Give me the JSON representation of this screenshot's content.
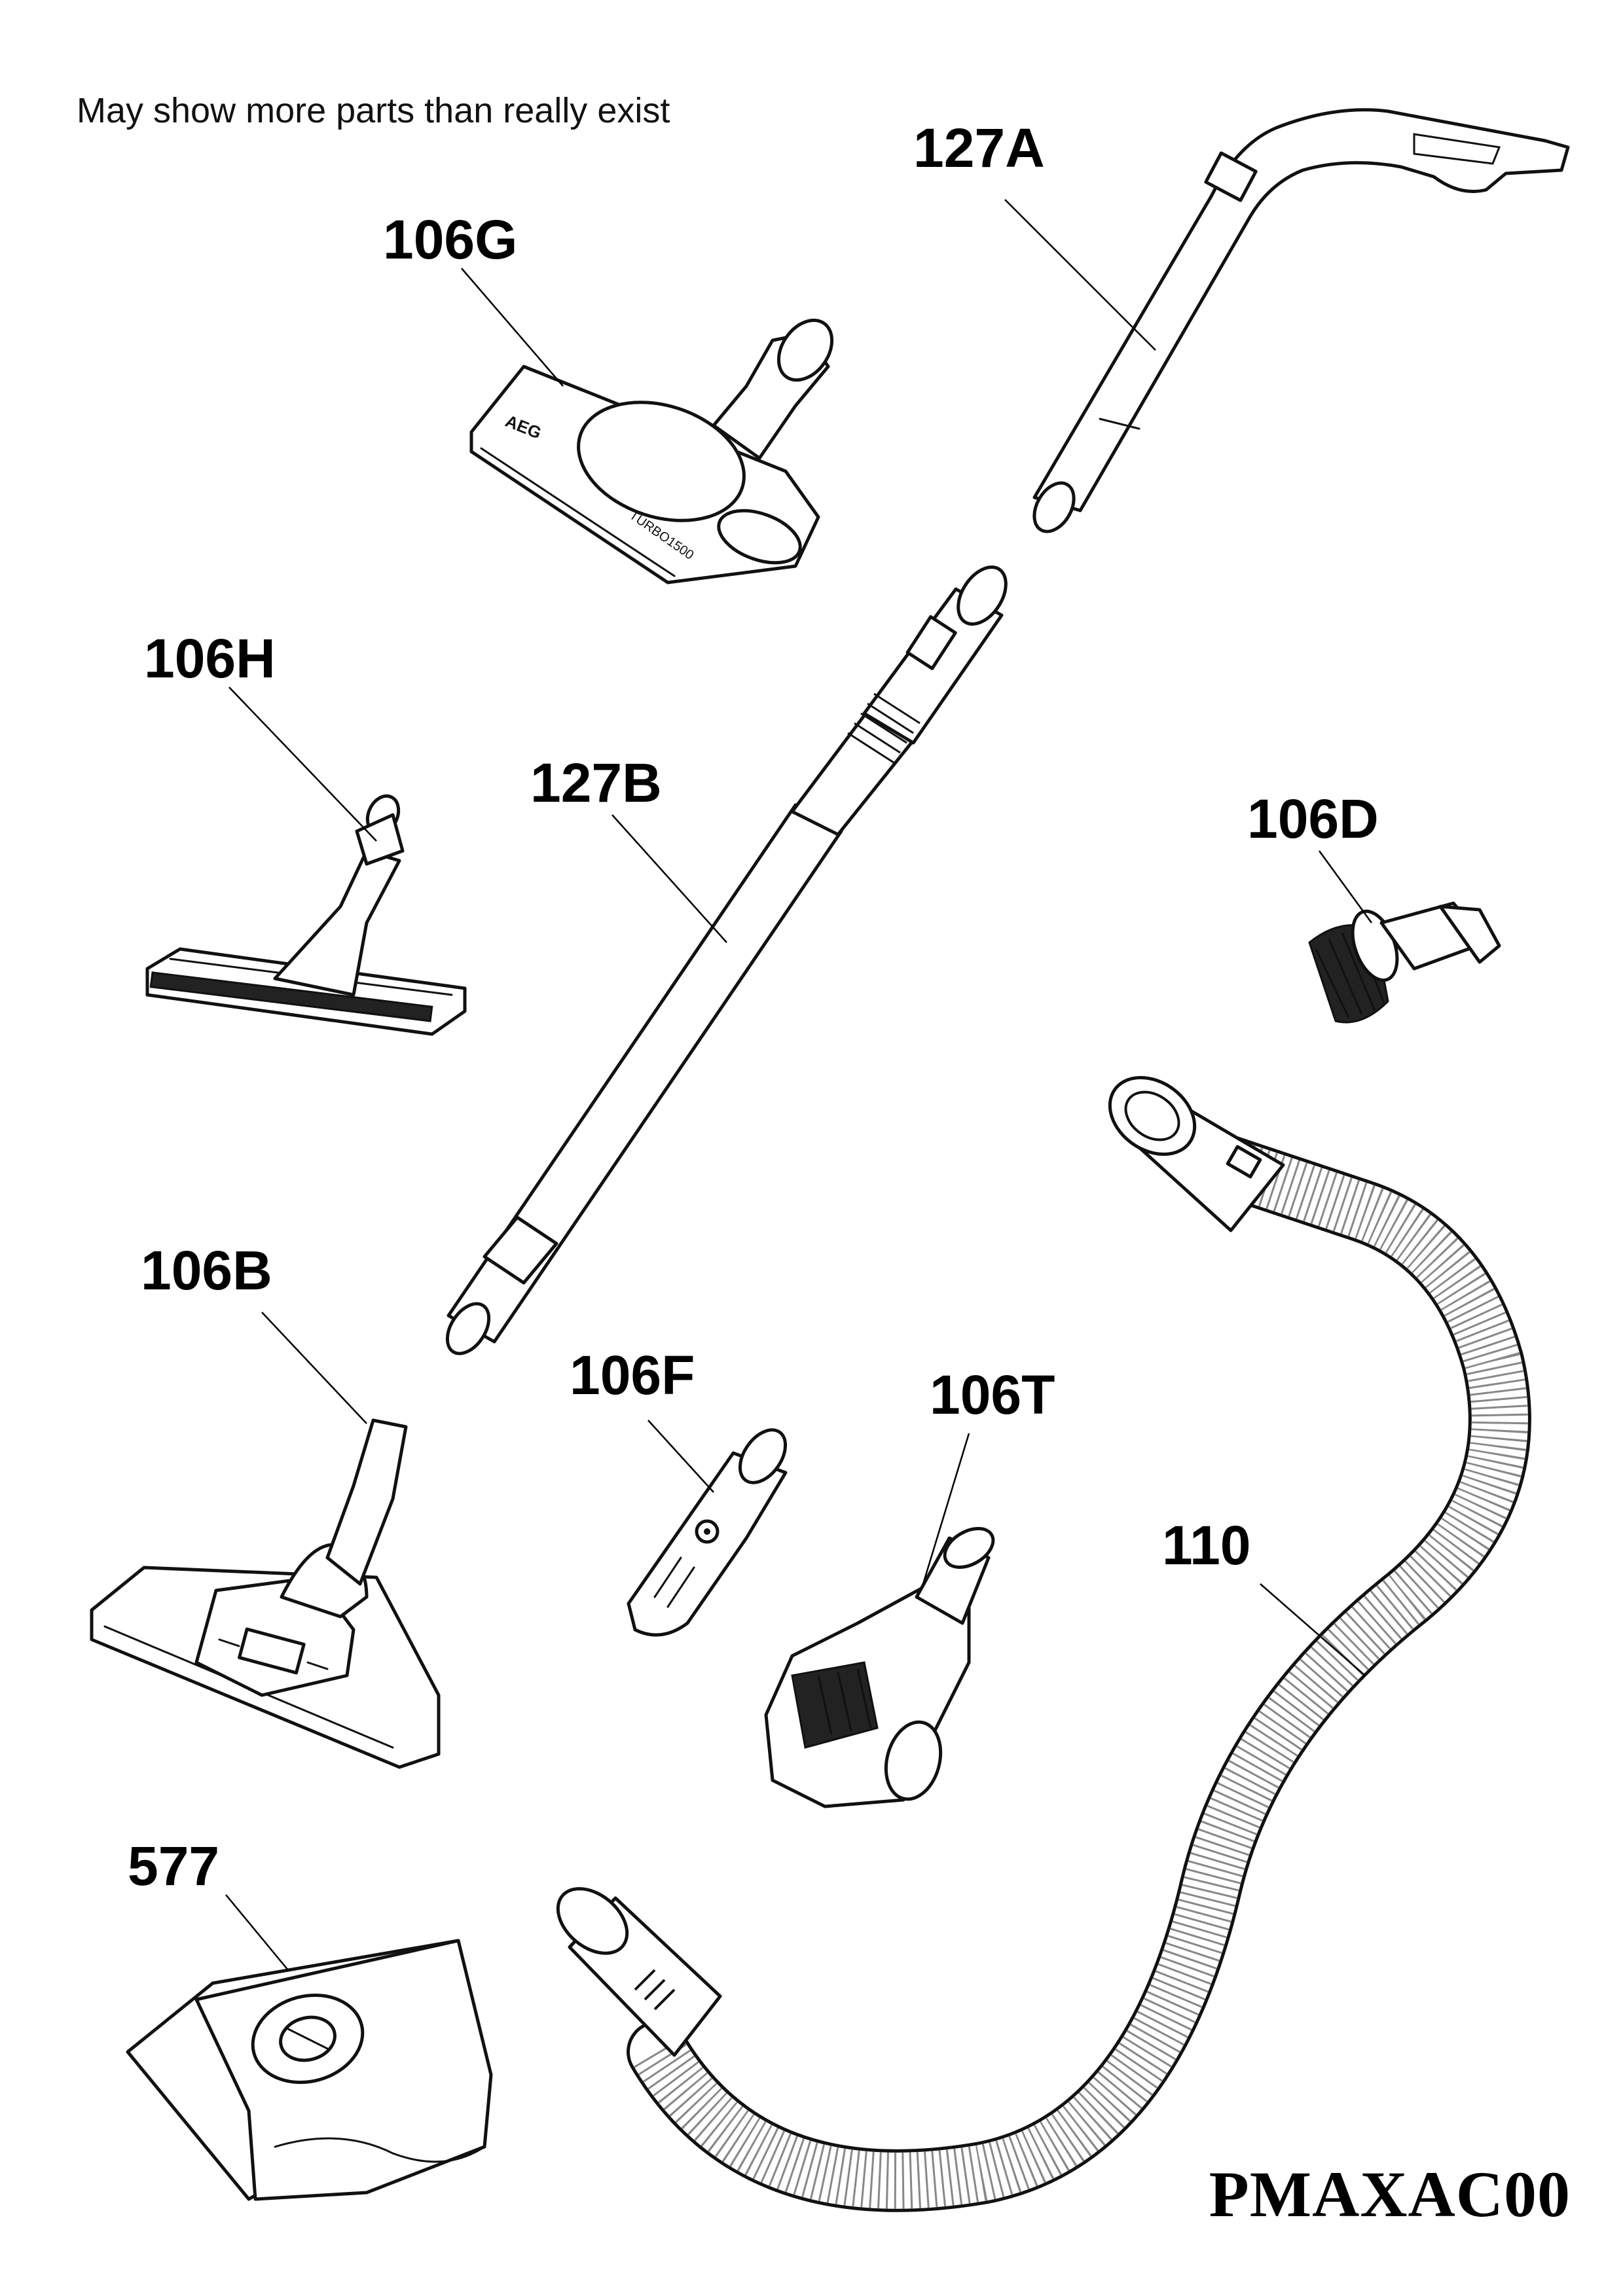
{
  "header": {
    "note": "May show more parts than really exist"
  },
  "footer": {
    "code": "PMAXAC00"
  },
  "parts": [
    {
      "id": "127A"
    },
    {
      "id": "106G"
    },
    {
      "id": "106H"
    },
    {
      "id": "127B"
    },
    {
      "id": "106D"
    },
    {
      "id": "106B"
    },
    {
      "id": "106F"
    },
    {
      "id": "106T"
    },
    {
      "id": "110"
    },
    {
      "id": "577"
    }
  ],
  "brand_marks": {
    "nozzle_brand": "AEG",
    "nozzle_model": "TURBO1500"
  }
}
